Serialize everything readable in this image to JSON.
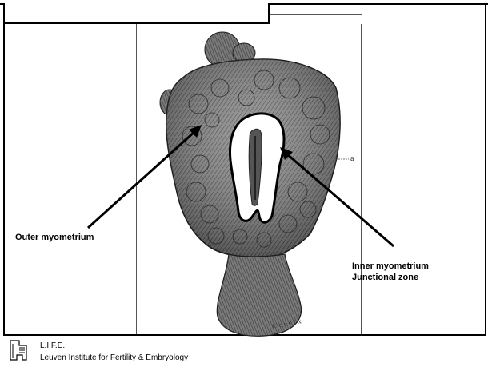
{
  "labels": {
    "outer": "Outer myometrium",
    "inner_line1": "Inner myometrium",
    "inner_line2": "Junctional zone"
  },
  "figure": {
    "reference_letter": "a",
    "cervix_caption": "Cervix"
  },
  "footer": {
    "org_short": "L.I.F.E.",
    "org_full": "Leuven Institute for Fertility & Embryology",
    "logo_icon": "life-logo-icon"
  },
  "colors": {
    "frame": "#000000",
    "tissue": "#6e6e6e",
    "tissue_dark": "#3a3a3a",
    "background": "#ffffff"
  }
}
